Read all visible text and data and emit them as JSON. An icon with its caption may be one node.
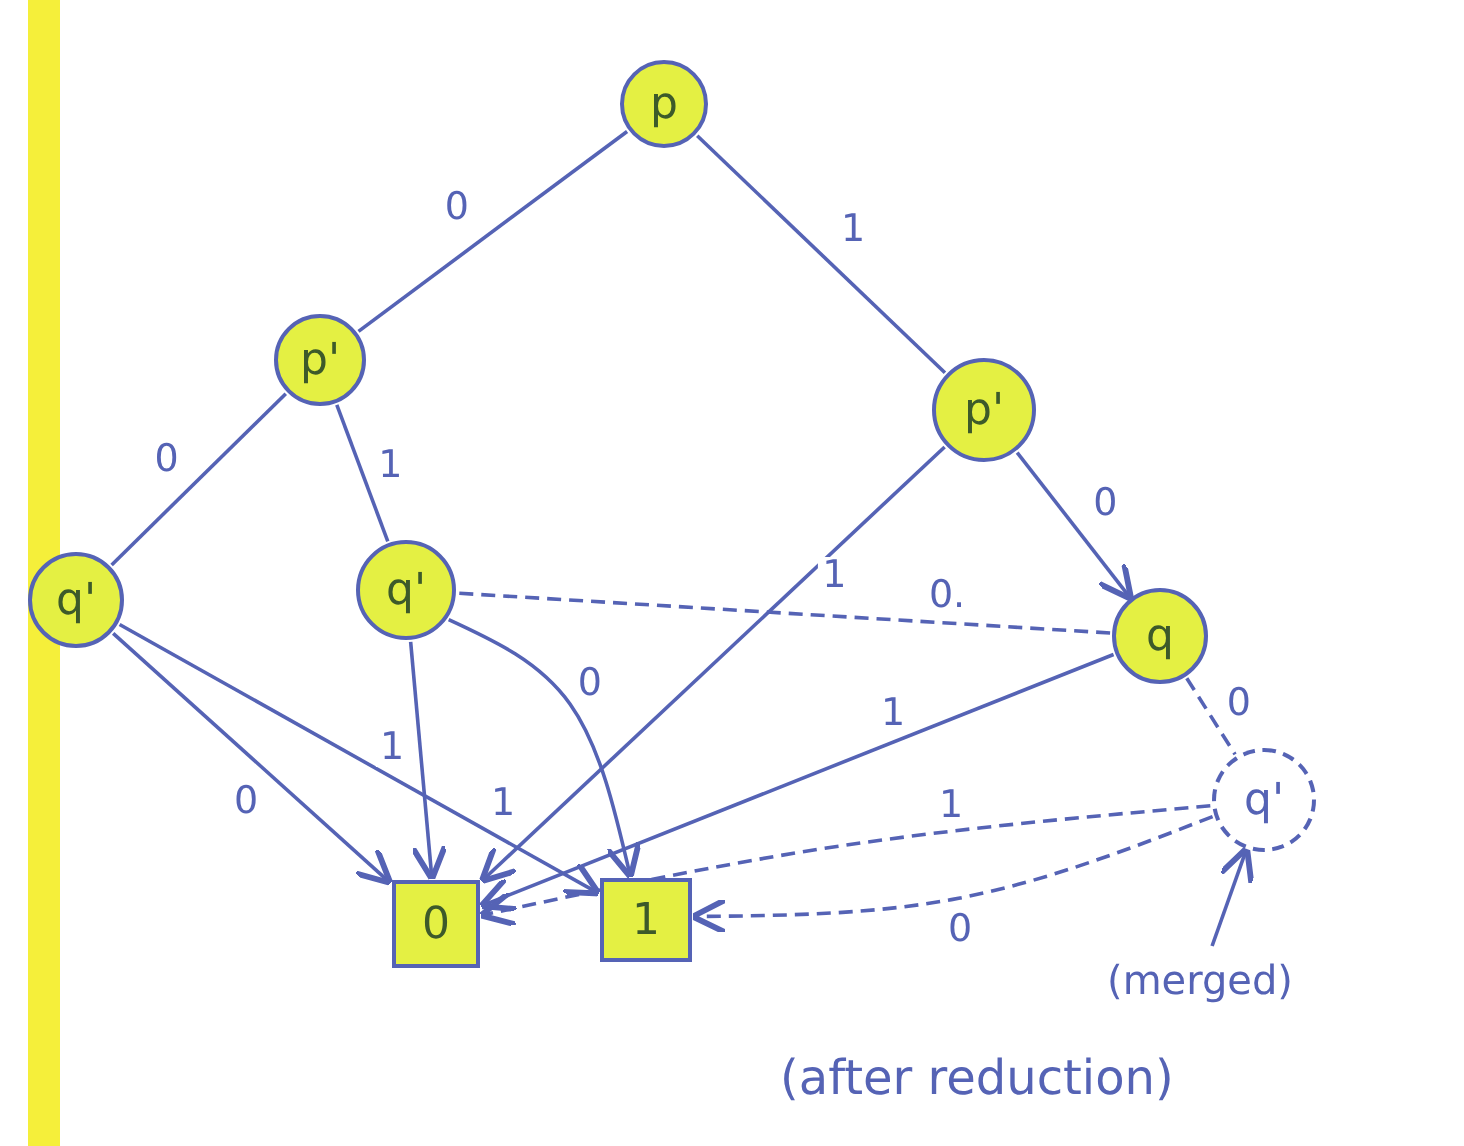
{
  "diagram": {
    "nodes": [
      {
        "text": [
          "p"
        ]
      },
      {
        "text": [
          "p'"
        ]
      },
      {
        "text": [
          "p'"
        ]
      },
      {
        "text": [
          "q'"
        ]
      },
      {
        "text": [
          "q'"
        ]
      },
      {
        "text": [
          "q"
        ]
      },
      {
        "text": [
          "q'"
        ]
      },
      {
        "text": [
          "0"
        ]
      },
      {
        "text": [
          "1"
        ]
      },
      {
        "text": [
          "(merged)"
        ]
      }
    ],
    "edges": [
      {
        "from": 0,
        "to": 1,
        "arrow": "none",
        "label": "0"
      },
      {
        "from": 0,
        "to": 2,
        "arrow": "none",
        "label": "1"
      },
      {
        "from": 1,
        "to": 3,
        "arrow": "none",
        "label": "0"
      },
      {
        "from": 1,
        "to": 4,
        "arrow": "none",
        "label": "1"
      },
      {
        "from": 2,
        "to": 5,
        "arrow": "to",
        "label": "0"
      },
      {
        "from": 2,
        "to": 7,
        "arrow": "to",
        "label": "1"
      },
      {
        "from": 3,
        "to": 7,
        "arrow": "to",
        "label": "0"
      },
      {
        "from": 3,
        "to": 8,
        "arrow": "to",
        "label": "1"
      },
      {
        "from": 4,
        "to": 7,
        "arrow": "to",
        "label": "1"
      },
      {
        "from": 4,
        "to": 8,
        "arrow": "to",
        "label": "0"
      },
      {
        "from": 5,
        "to": 4,
        "arrow": "none",
        "label": "0.",
        "style": "dashed"
      },
      {
        "from": 5,
        "to": 7,
        "arrow": "to",
        "label": "1"
      },
      {
        "from": 5,
        "to": 6,
        "arrow": "none",
        "label": "0",
        "style": "dashed"
      },
      {
        "from": 6,
        "to": 7,
        "arrow": "to",
        "label": "1",
        "style": "dashed"
      },
      {
        "from": 6,
        "to": 8,
        "arrow": "to",
        "label": "0",
        "style": "dashed"
      },
      {
        "from": 9,
        "to": 6,
        "arrow": "to"
      }
    ],
    "labels": [
      "(after reduction)"
    ]
  }
}
